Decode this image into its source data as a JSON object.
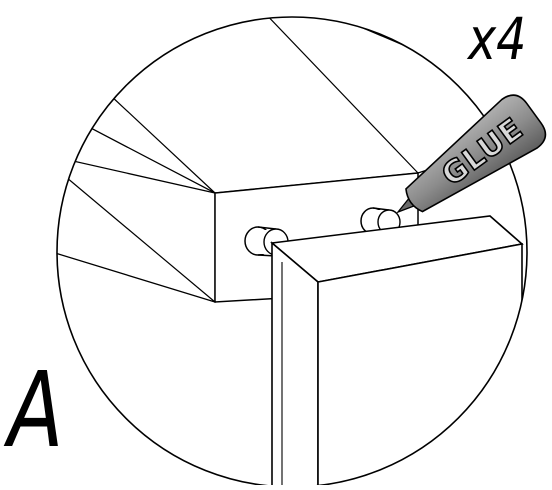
{
  "step": {
    "letter": "A"
  },
  "quantity": {
    "label": "x4"
  },
  "glue_bottle": {
    "label": "GLUE",
    "color": "#8c8c8c"
  },
  "line_color": "#000000"
}
